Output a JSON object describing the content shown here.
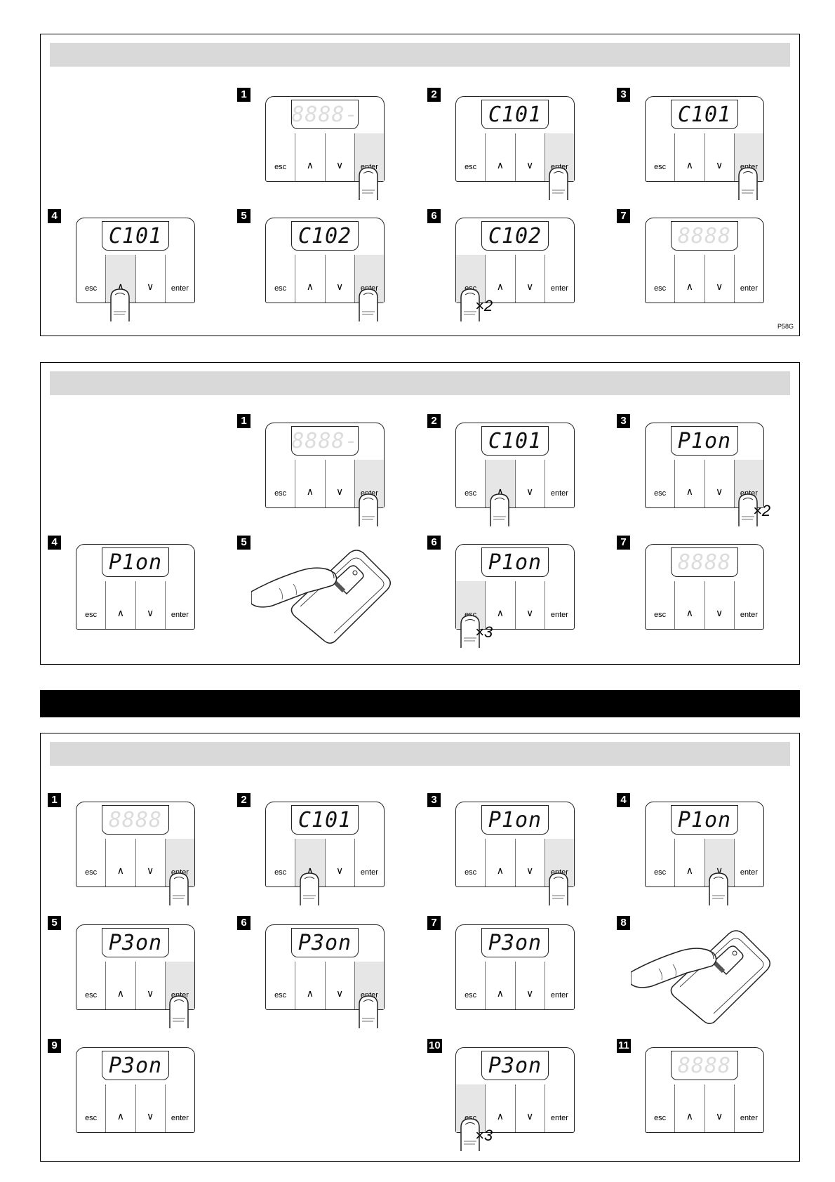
{
  "keys": {
    "esc": "esc",
    "up": "∧",
    "down": "∨",
    "enter": "enter"
  },
  "figure_code": "P58G",
  "panels": [
    {
      "id": "panel1",
      "steps": [
        {
          "n": "1",
          "display": "8888-",
          "ghost": true,
          "press": "enter",
          "mult": ""
        },
        {
          "n": "2",
          "display": "C101",
          "ghost": false,
          "press": "enter",
          "mult": ""
        },
        {
          "n": "3",
          "display": "C101",
          "ghost": false,
          "press": "enter",
          "mult": ""
        },
        {
          "n": "4",
          "display": "C101",
          "ghost": false,
          "press": "up",
          "mult": ""
        },
        {
          "n": "5",
          "display": "C102",
          "ghost": false,
          "press": "enter",
          "mult": ""
        },
        {
          "n": "6",
          "display": "C102",
          "ghost": false,
          "press": "esc",
          "mult": "×2"
        },
        {
          "n": "7",
          "display": "8888",
          "ghost": true,
          "press": "",
          "mult": ""
        }
      ]
    },
    {
      "id": "panel2",
      "steps": [
        {
          "n": "1",
          "display": "8888-",
          "ghost": true,
          "press": "enter",
          "mult": ""
        },
        {
          "n": "2",
          "display": "C101",
          "ghost": false,
          "press": "up",
          "mult": ""
        },
        {
          "n": "3",
          "display": "P1on",
          "ghost": false,
          "press": "enter",
          "mult": "×2"
        },
        {
          "n": "4",
          "display": "P1on",
          "ghost": false,
          "press": "",
          "mult": ""
        },
        {
          "n": "5",
          "remote": true
        },
        {
          "n": "6",
          "display": "P1on",
          "ghost": false,
          "press": "esc",
          "mult": "×3"
        },
        {
          "n": "7",
          "display": "8888",
          "ghost": true,
          "press": "",
          "mult": ""
        }
      ]
    },
    {
      "id": "panel3",
      "steps": [
        {
          "n": "1",
          "display": "8888",
          "ghost": true,
          "press": "enter",
          "mult": ""
        },
        {
          "n": "2",
          "display": "C101",
          "ghost": false,
          "press": "up",
          "mult": ""
        },
        {
          "n": "3",
          "display": "P1on",
          "ghost": false,
          "press": "enter",
          "mult": ""
        },
        {
          "n": "4",
          "display": "P1on",
          "ghost": false,
          "press": "down",
          "mult": ""
        },
        {
          "n": "5",
          "display": "P3on",
          "ghost": false,
          "press": "enter",
          "mult": ""
        },
        {
          "n": "6",
          "display": "P3on",
          "ghost": false,
          "press": "enter",
          "mult": ""
        },
        {
          "n": "7",
          "display": "P3on",
          "ghost": false,
          "press": "",
          "mult": ""
        },
        {
          "n": "8",
          "remote": true
        },
        {
          "n": "9",
          "display": "P3on",
          "ghost": false,
          "press": "",
          "mult": ""
        },
        {
          "n": "10",
          "display": "P3on",
          "ghost": false,
          "press": "esc",
          "mult": "×3"
        },
        {
          "n": "11",
          "display": "8888",
          "ghost": true,
          "press": "",
          "mult": ""
        }
      ]
    }
  ]
}
